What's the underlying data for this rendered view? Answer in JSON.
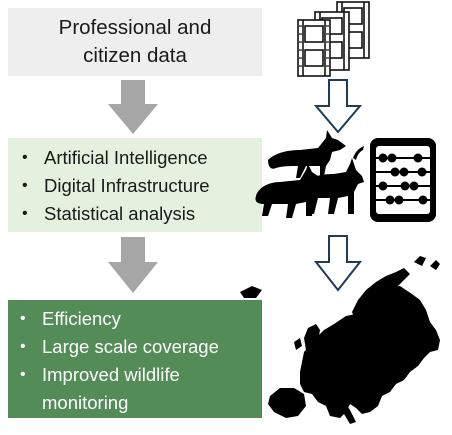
{
  "inputs": {
    "lines": [
      "Professional and",
      "citizen data"
    ]
  },
  "methods": {
    "items": [
      "Artificial Intelligence",
      "Digital Infrastructure",
      "Statistical analysis"
    ]
  },
  "outcomes": {
    "items": [
      "Efficiency",
      "Large scale coverage",
      "Improved wildlife"
    ],
    "continuation": "monitoring"
  },
  "bullet_symbol": "•",
  "colors": {
    "input_box": "#eeeeee",
    "method_box": "#e4f1df",
    "outcome_box": "#548c57",
    "gray_arrow": "#a6a6a6",
    "outline_arrow": "#1f3b57"
  },
  "icons": [
    "film-strip-icon",
    "animals-icon",
    "abacus-icon",
    "europe-map-icon"
  ]
}
